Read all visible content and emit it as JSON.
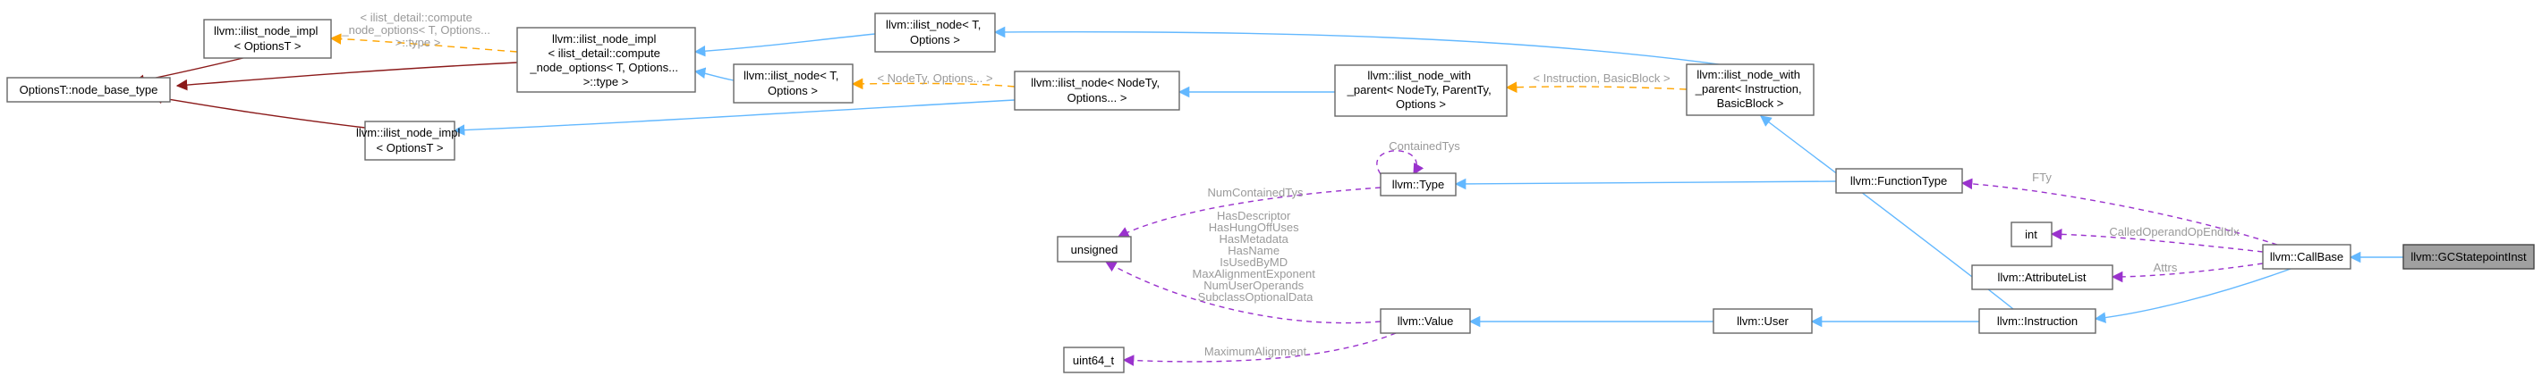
{
  "colors": {
    "inheritance_public": "#63b8ff",
    "inheritance_private": "#8b1a1a",
    "template_instance": "#ffa500",
    "usage": "#9a32cd",
    "label": "#9a9a9a"
  },
  "nodes": {
    "options_base": {
      "lines": [
        "OptionsT::node_base_type"
      ]
    },
    "ilist_impl_top": {
      "lines": [
        "llvm::ilist_node_impl",
        "< OptionsT >"
      ]
    },
    "ilist_impl_compute": {
      "lines": [
        "llvm::ilist_node_impl",
        "< ilist_detail::compute",
        "_node_options< T, Options...",
        ">::type >"
      ]
    },
    "ilist_impl_bottom": {
      "lines": [
        "llvm::ilist_node_impl",
        "< OptionsT >"
      ]
    },
    "ilist_node_t_top": {
      "lines": [
        "llvm::ilist_node< T,",
        "Options >"
      ]
    },
    "ilist_node_t_mid": {
      "lines": [
        "llvm::ilist_node< T,",
        "Options >"
      ]
    },
    "ilist_node_nodety": {
      "lines": [
        "llvm::ilist_node< NodeTy,",
        "Options... >"
      ]
    },
    "ilist_with_parent": {
      "lines": [
        "llvm::ilist_node_with",
        "_parent< NodeTy, ParentTy,",
        "Options >"
      ]
    },
    "ilist_with_parent_inst": {
      "lines": [
        "llvm::ilist_node_with",
        "_parent< Instruction,",
        "BasicBlock >"
      ]
    },
    "function_type": {
      "lines": [
        "llvm::FunctionType"
      ]
    },
    "type": {
      "lines": [
        "llvm::Type"
      ]
    },
    "unsigned": {
      "lines": [
        "unsigned"
      ]
    },
    "int": {
      "lines": [
        "int"
      ]
    },
    "attribute_list": {
      "lines": [
        "llvm::AttributeList"
      ]
    },
    "call_base": {
      "lines": [
        "llvm::CallBase"
      ]
    },
    "gc_statepoint": {
      "lines": [
        "llvm::GCStatepointInst"
      ]
    },
    "value": {
      "lines": [
        "llvm::Value"
      ]
    },
    "user": {
      "lines": [
        "llvm::User"
      ]
    },
    "instruction": {
      "lines": [
        "llvm::Instruction"
      ]
    },
    "uint64": {
      "lines": [
        "uint64_t"
      ]
    }
  },
  "edge_labels": {
    "compute_template": [
      "< ilist_detail::compute",
      "_node_options< T, Options...",
      ">::type >"
    ],
    "nodety_template": [
      "< NodeTy, Options... >"
    ],
    "instruction_template": [
      "< Instruction, BasicBlock >"
    ],
    "contained_tys": [
      "ContainedTys"
    ],
    "num_contained_tys": [
      "NumContainedTys"
    ],
    "unsigned_fields": [
      "HasDescriptor",
      "HasHungOffUses",
      "HasMetadata",
      "HasName",
      "IsUsedByMD",
      "MaxAlignmentExponent",
      "NumUserOperands",
      "SubclassOptionalData"
    ],
    "fty": [
      "FTy"
    ],
    "called_operand": [
      "CalledOperandOpEndIdx"
    ],
    "attrs": [
      "Attrs"
    ],
    "maximum_alignment": [
      "MaximumAlignment"
    ]
  }
}
